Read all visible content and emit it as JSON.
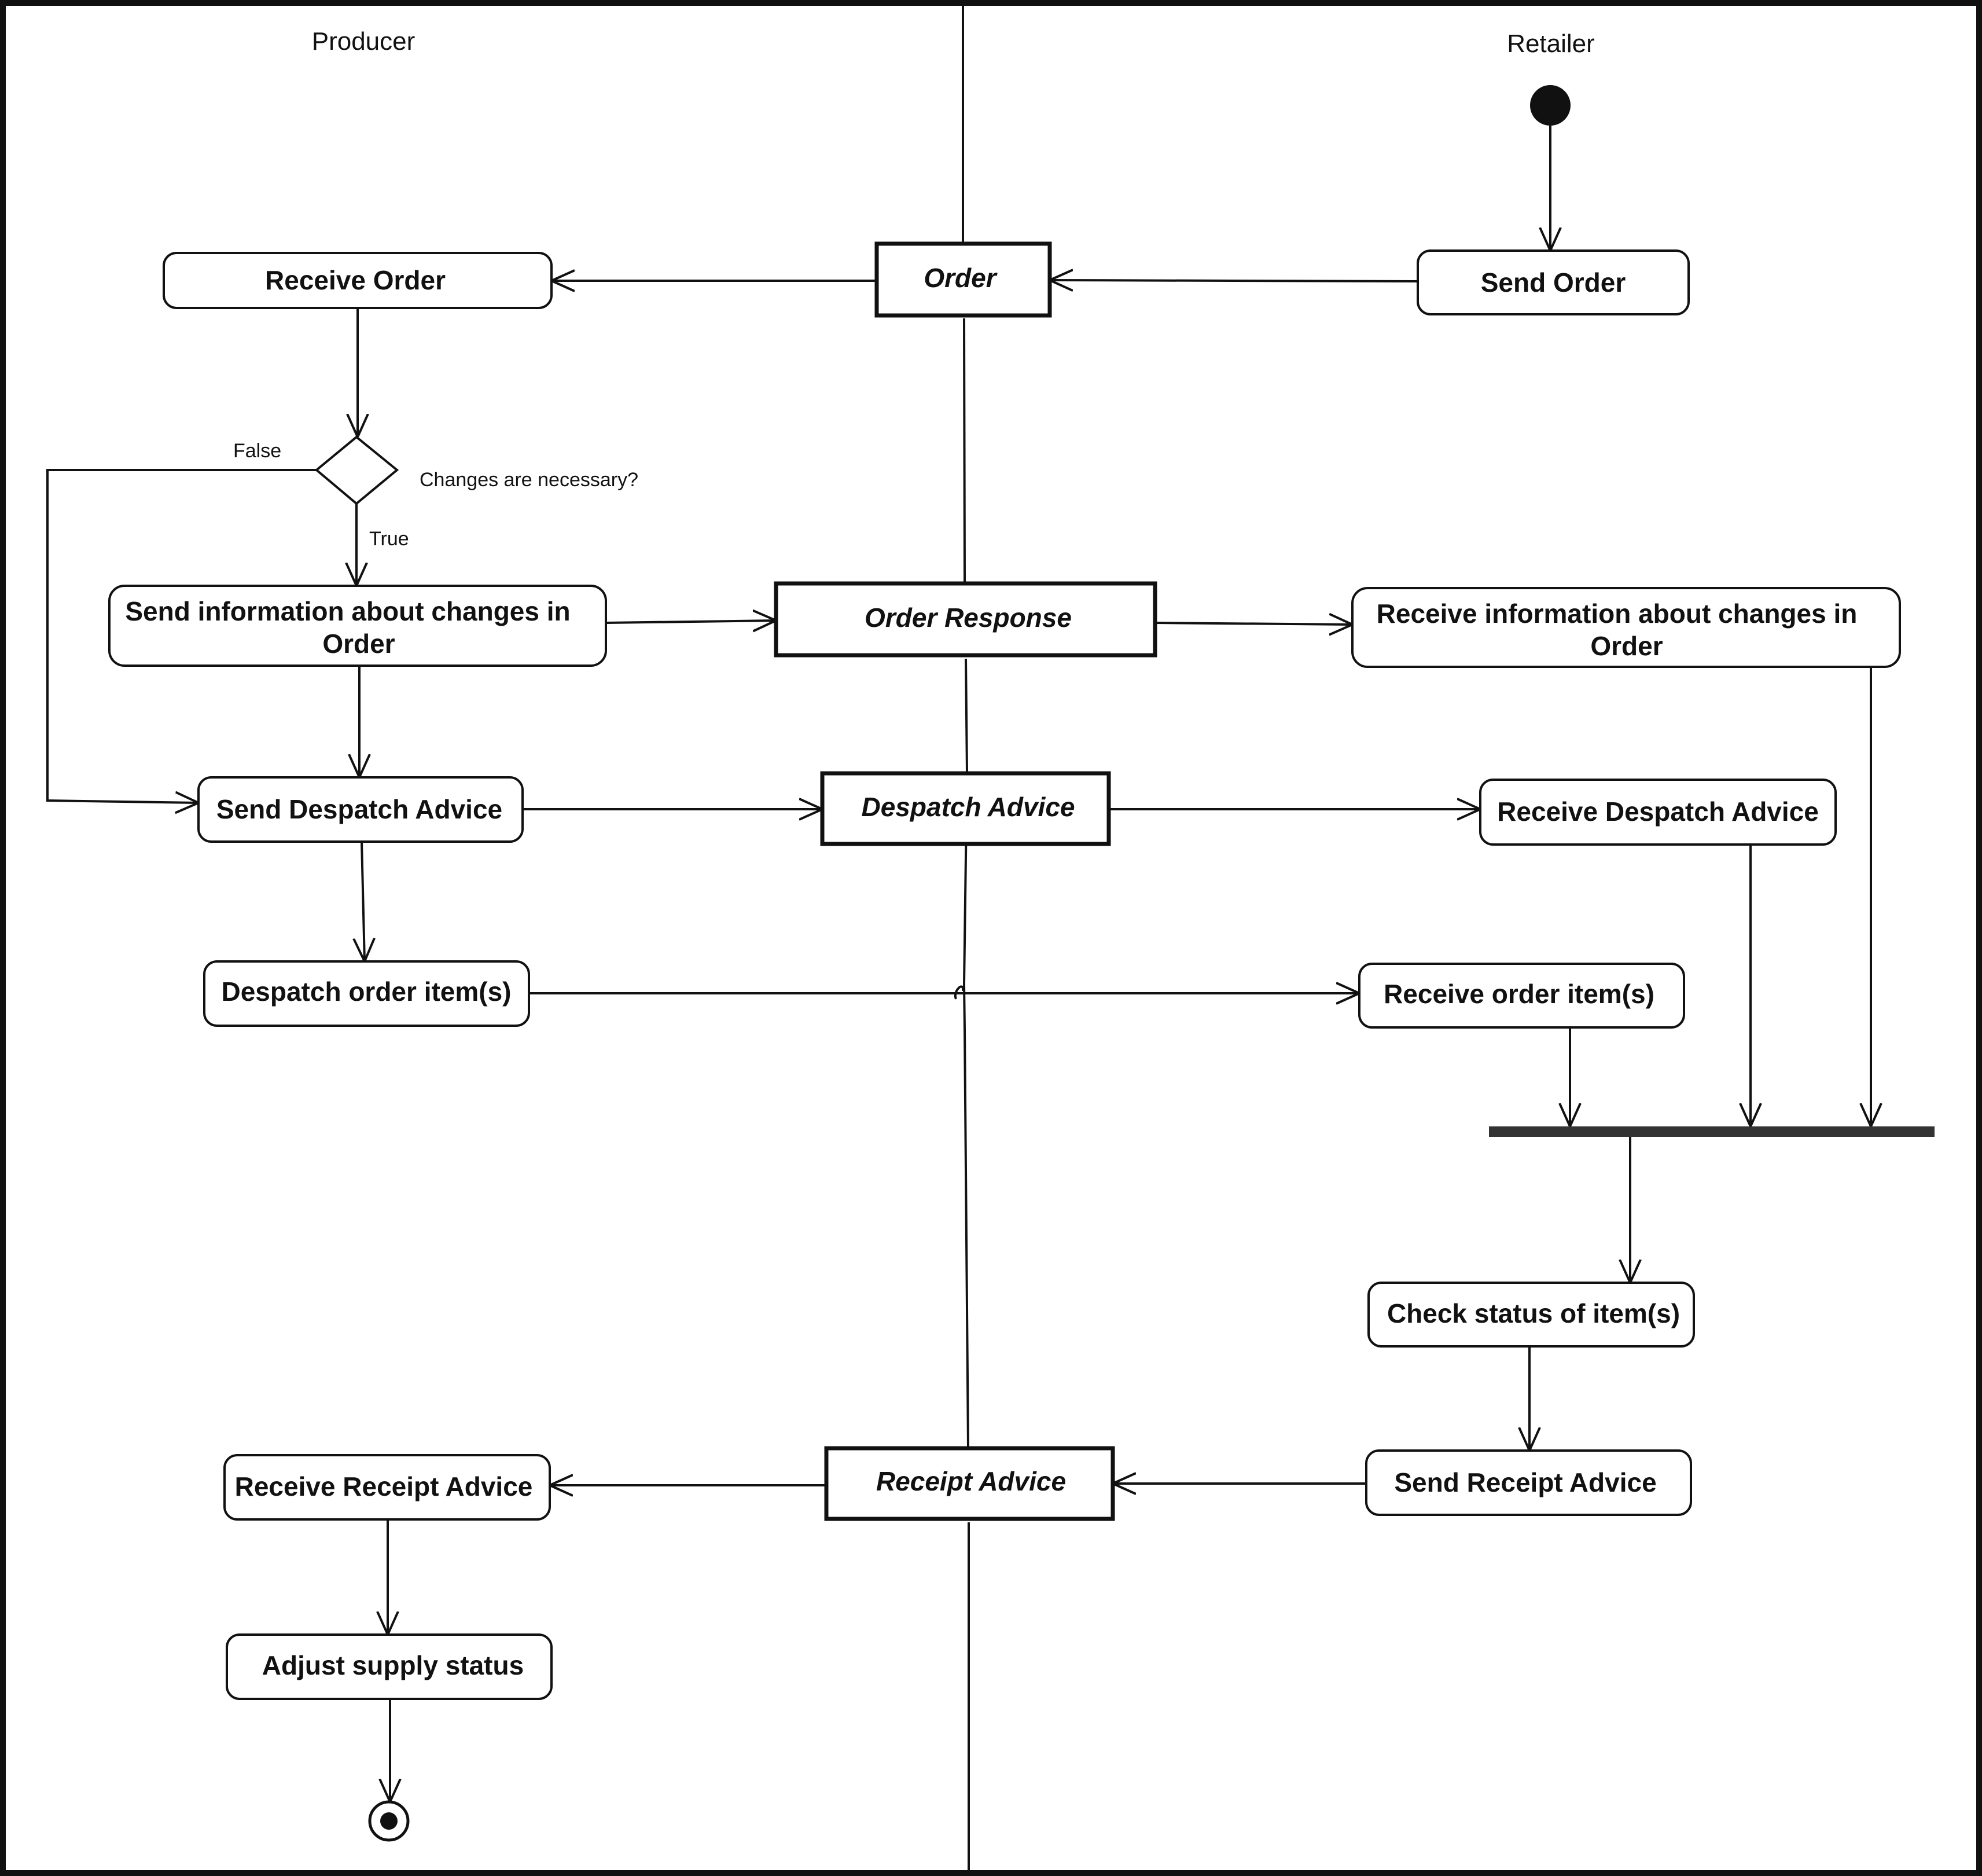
{
  "lanes": {
    "producer": "Producer",
    "retailer": "Retailer"
  },
  "activities": {
    "receive_order": "Receive Order",
    "send_order": "Send Order",
    "send_info_line1": "Send information about changes in",
    "send_info_line2": "Order",
    "receive_info_line1": "Receive information about changes in",
    "receive_info_line2": "Order",
    "send_despatch_advice": "Send Despatch Advice",
    "receive_despatch_advice": "Receive Despatch Advice",
    "despatch_order_items": "Despatch order item(s)",
    "receive_order_items": "Receive order item(s)",
    "check_status": "Check status of item(s)",
    "send_receipt_advice": "Send Receipt Advice",
    "receive_receipt_advice": "Receive Receipt Advice",
    "adjust_supply_status": "Adjust supply status"
  },
  "objects": {
    "order": "Order",
    "order_response": "Order Response",
    "despatch_advice": "Despatch Advice",
    "receipt_advice": "Receipt Advice"
  },
  "decision": {
    "question": "Changes are necessary?",
    "false_label": "False",
    "true_label": "True"
  }
}
